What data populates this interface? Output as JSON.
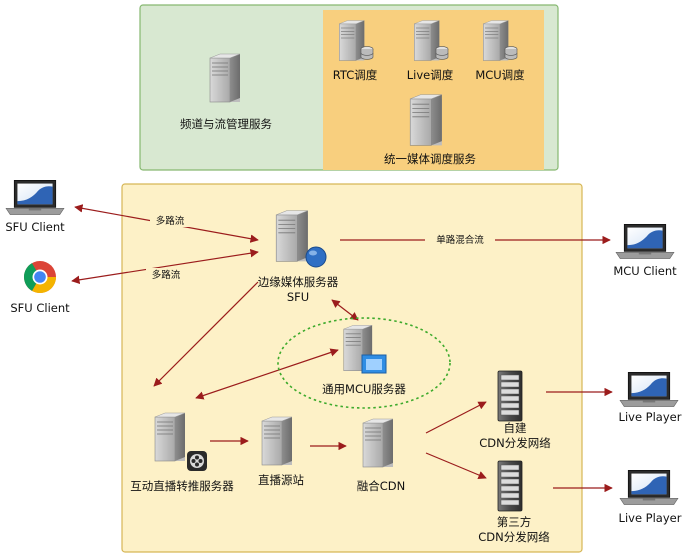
{
  "nodes": {
    "channel_service": "频道与流管理服务",
    "rtc_scheduler": "RTC调度",
    "live_scheduler": "Live调度",
    "mcu_scheduler": "MCU调度",
    "unified_scheduler": "统一媒体调度服务",
    "sfu_client_1": "SFU Client",
    "sfu_client_2": "SFU Client",
    "edge_server_line1": "边缘媒体服务器",
    "edge_server_line2": "SFU",
    "mcu_client": "MCU Client",
    "general_mcu": "通用MCU服务器",
    "interactive_relay": "互动直播转推服务器",
    "live_origin": "直播源站",
    "fusion_cdn": "融合CDN",
    "self_cdn_line1": "自建",
    "self_cdn_line2": "CDN分发网络",
    "third_cdn_line1": "第三方",
    "third_cdn_line2": "CDN分发网络",
    "live_player_1": "Live Player",
    "live_player_2": "Live Player"
  },
  "edges": {
    "multi_stream_1": "多路流",
    "multi_stream_2": "多路流",
    "single_mixed": "单路混合流"
  },
  "colors": {
    "top_panel_fill": "#d8e8d1",
    "top_panel_border": "#86b870",
    "scheduler_panel_fill": "#f8cf7e",
    "main_panel_fill": "#fdf1c7",
    "main_panel_border": "#d6b656",
    "arrow": "#9b1c1c",
    "mcu_ellipse": "#3daa2c"
  }
}
